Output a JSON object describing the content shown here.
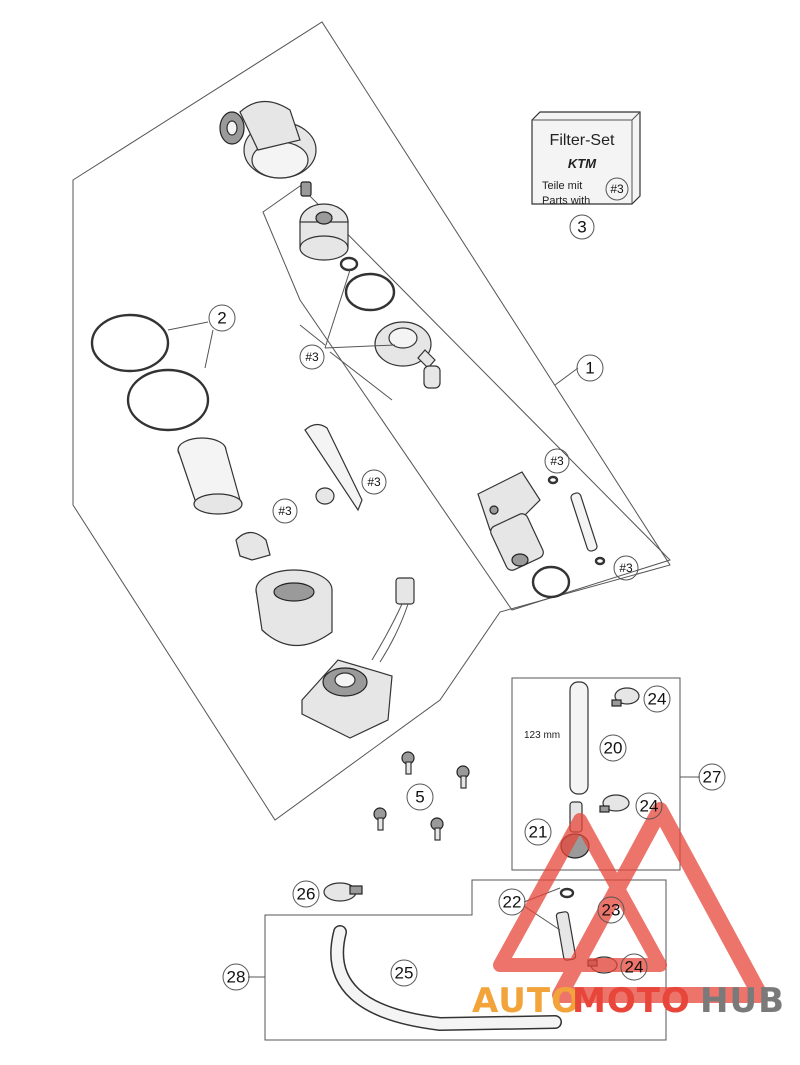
{
  "filter_set_box": {
    "title": "Filter-Set",
    "logo": "KTM",
    "line1": "Teile mit",
    "line2": "Parts with",
    "ref": "#3"
  },
  "callouts": {
    "c1": "1",
    "c2": "2",
    "c3": "3",
    "c5": "5",
    "c20": "20",
    "c21": "21",
    "c22": "22",
    "c23": "23",
    "c24a": "24",
    "c24b": "24",
    "c24c": "24",
    "c25": "25",
    "c26": "26",
    "c27": "27",
    "c28": "28"
  },
  "hash_refs": {
    "h1": "#3",
    "h2": "#3",
    "h3": "#3",
    "h4": "#3",
    "h5": "#3",
    "h6": "#3"
  },
  "hose_length_label": "123 mm",
  "watermark": {
    "auto": "AUTO",
    "moto": "MOTO",
    "hub": "HUB",
    "colors": {
      "red": "#e8463a",
      "orange": "#f2a33a",
      "gray": "#7a7a7a"
    }
  }
}
